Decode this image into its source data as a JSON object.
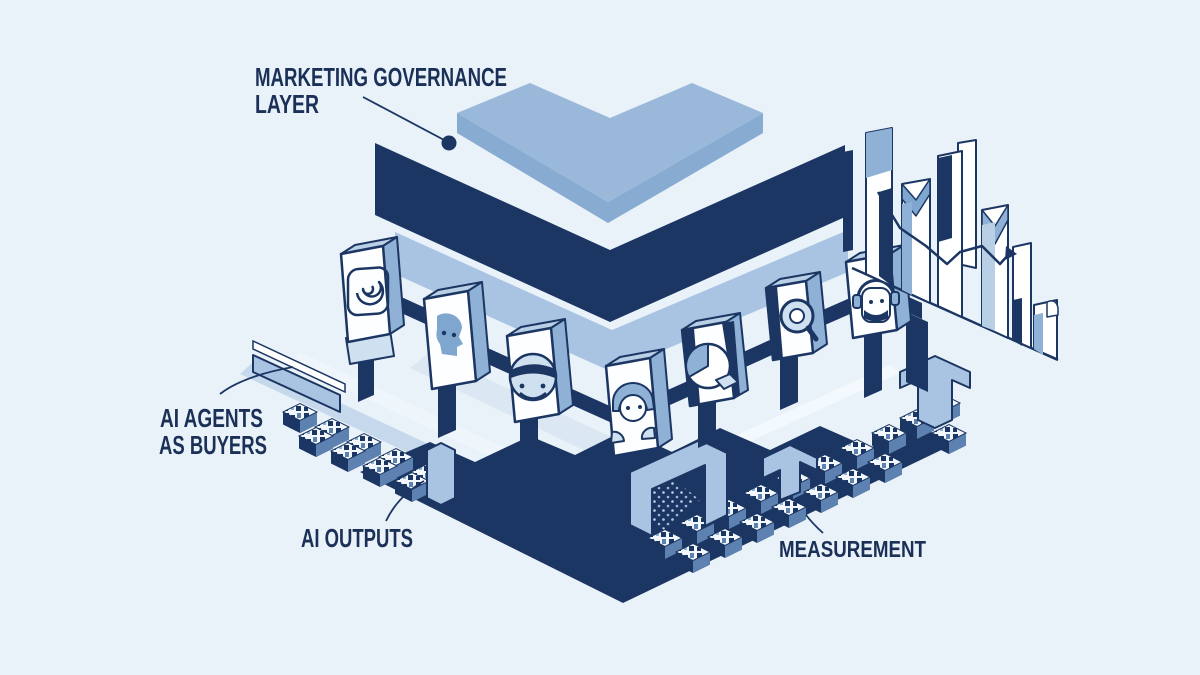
{
  "colors": {
    "background": "#e9f1f9",
    "navy": "#1c3663",
    "steel": "#93b3d8",
    "steel_light": "#a9c4e2",
    "pale_lane": "#dce8f4",
    "mid_blue": "#7ea6cf",
    "text": "#1b3057",
    "white": "#ffffff"
  },
  "labels": {
    "governance_line1": "MARKETING GOVERNANCE",
    "governance_line2": "LAYER",
    "agents_line1": "AI AGENTS",
    "agents_line2": "AS BUYERS",
    "outputs": "AI OUTPUTS",
    "measurement": "MEASUREMENT"
  },
  "icons": {
    "agent_chain": [
      "camera-agent-icon",
      "profile-agent-icon",
      "robot-agent-icon",
      "assistant-agent-icon",
      "analytics-orb-icon",
      "search-agent-icon",
      "support-bot-icon"
    ],
    "chart": "isometric-bar-chart",
    "floor": "qr-mosaic-floor"
  }
}
